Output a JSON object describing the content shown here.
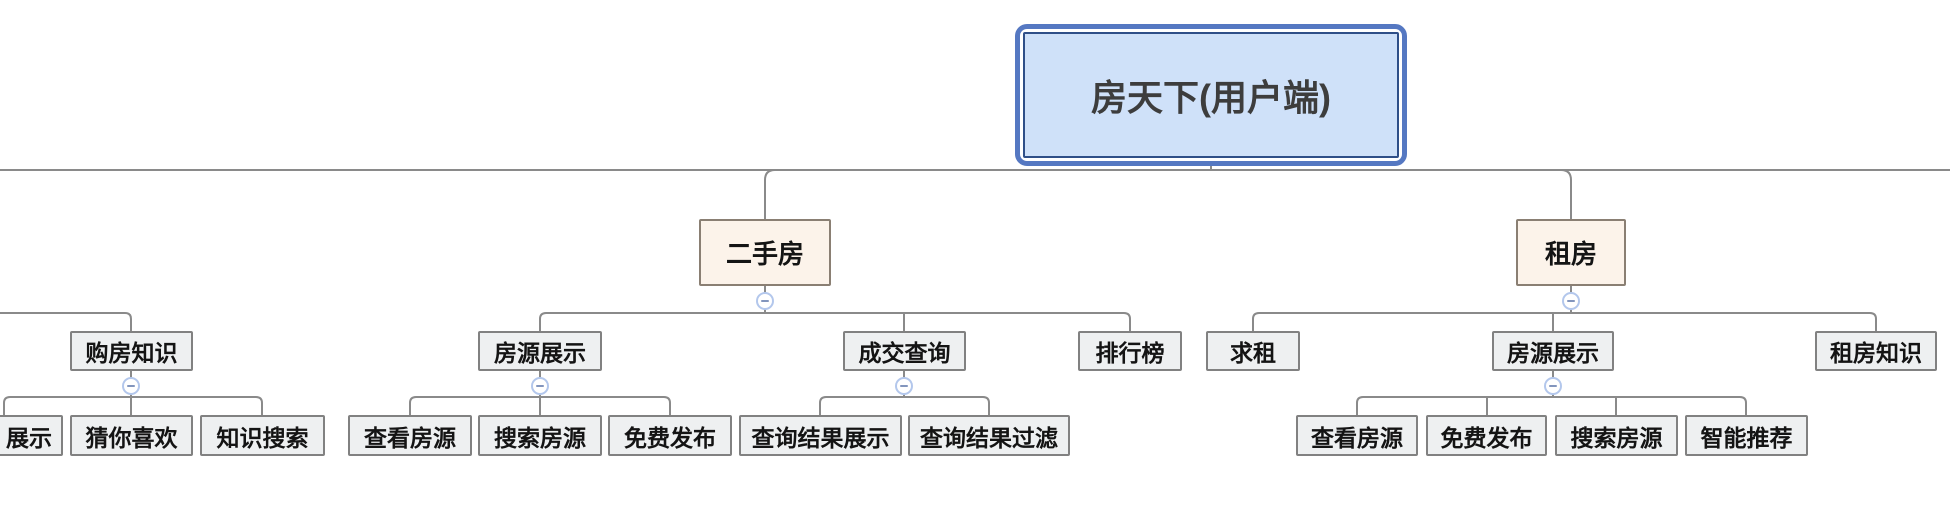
{
  "title": "房天下(用户端)",
  "tree": {
    "label": "房天下(用户端)",
    "children": [
      {
        "label": "二手房",
        "children": [
          {
            "label": "房源展示",
            "children": [
              {
                "label": "查看房源"
              },
              {
                "label": "搜索房源"
              },
              {
                "label": "免费发布"
              }
            ]
          },
          {
            "label": "成交查询",
            "children": [
              {
                "label": "查询结果展示"
              },
              {
                "label": "查询结果过滤"
              }
            ]
          },
          {
            "label": "排行榜"
          }
        ]
      },
      {
        "label": "租房",
        "children": [
          {
            "label": "求租"
          },
          {
            "label": "房源展示",
            "children": [
              {
                "label": "查看房源"
              },
              {
                "label": "免费发布"
              },
              {
                "label": "搜索房源"
              },
              {
                "label": "智能推荐"
              }
            ]
          },
          {
            "label": "租房知识"
          }
        ]
      }
    ]
  },
  "left_branch": {
    "label": "购房知识",
    "children": [
      {
        "label": "展示"
      },
      {
        "label": "猜你喜欢"
      },
      {
        "label": "知识搜索"
      }
    ]
  },
  "icons": {
    "collapse": "minus-circle"
  },
  "colors": {
    "root_border": "#5578c2",
    "root_inner_border": "#2f4f88",
    "root_fill": "#cfe1f9",
    "level2_fill": "#fcf3ea",
    "level2_border": "#8a7f73",
    "node_fill": "#eef0f1",
    "node_border": "#818181",
    "connector": "#8a8a8a",
    "collapse_ring": "#b3c7ec",
    "collapse_minus": "#8295bd",
    "text": "#141414"
  }
}
